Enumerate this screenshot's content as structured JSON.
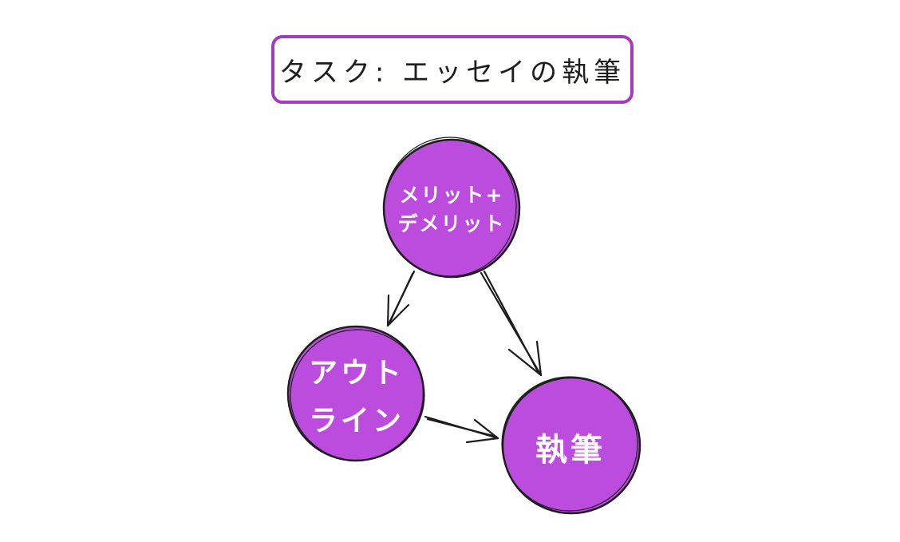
{
  "title": "タスク: エッセイの執筆",
  "nodes": {
    "merits": "メリット+\nデメリット",
    "outline": "アウト\nライン",
    "writing": "執筆"
  },
  "colors": {
    "node_fill": "#bb4cdd",
    "stroke": "#1e1e1e",
    "title_border": "#a43bbd"
  }
}
